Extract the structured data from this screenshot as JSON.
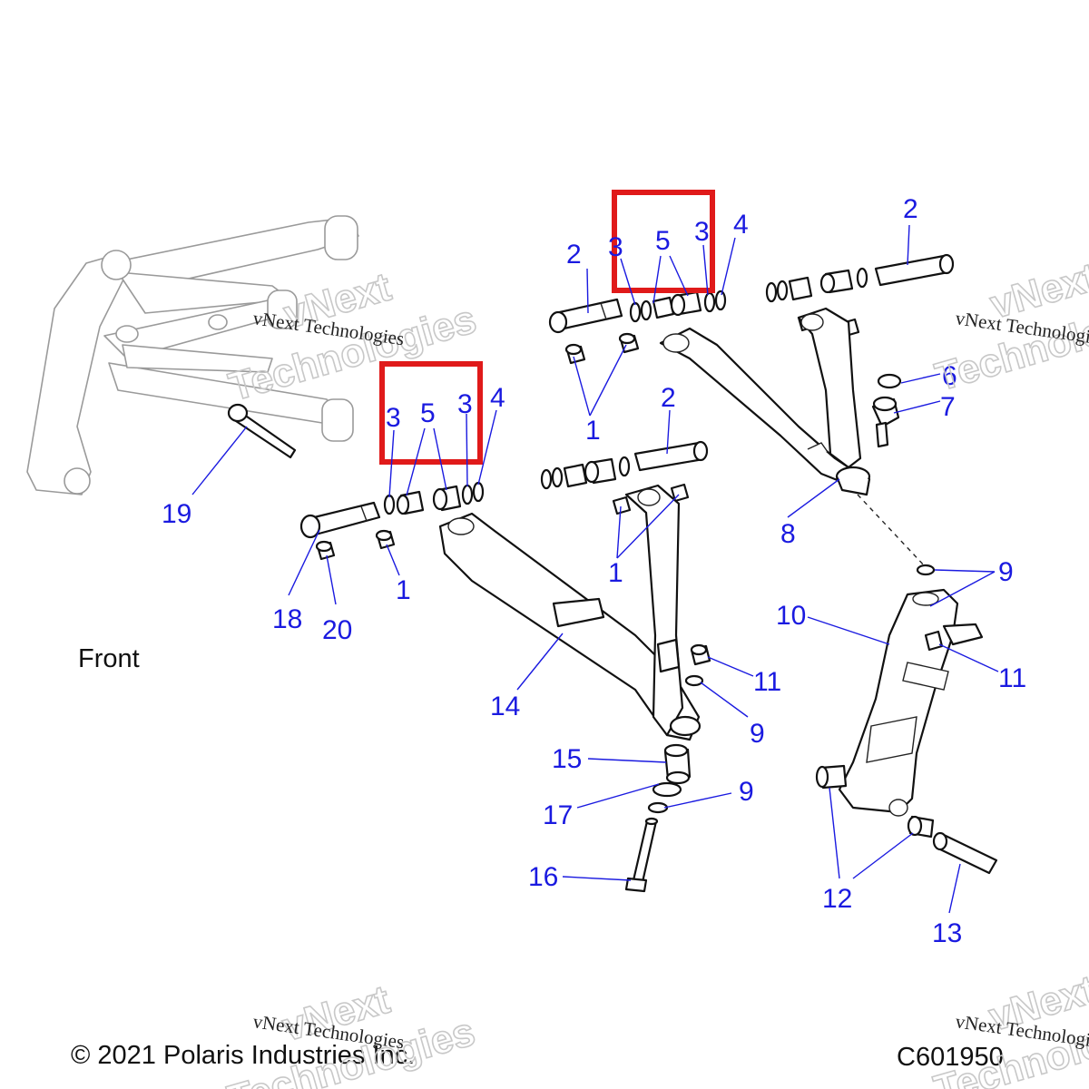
{
  "front_label": "Front",
  "copyright": "© 2021 Polaris Industries Inc.",
  "diagram_code": "C601950",
  "watermark": {
    "line1": "vNext",
    "line2": "Technologies",
    "small": "vNext Technologies"
  },
  "colors": {
    "callout": "#1a1ae0",
    "highlight": "#e01a1a",
    "line_art": "#111111",
    "ghost_art": "#9a9a9a"
  },
  "callouts": {
    "c1a": "1",
    "c1b": "1",
    "c1c": "1",
    "c2a": "2",
    "c2b": "2",
    "c2c": "2",
    "c3a": "3",
    "c3b": "3",
    "c3c": "3",
    "c3d": "3",
    "c4a": "4",
    "c4b": "4",
    "c5a": "5",
    "c5b": "5",
    "c6": "6",
    "c7": "7",
    "c8": "8",
    "c9a": "9",
    "c9b": "9",
    "c9c": "9",
    "c10": "10",
    "c11a": "11",
    "c11b": "11",
    "c12": "12",
    "c13": "13",
    "c14": "14",
    "c15": "15",
    "c16": "16",
    "c17": "17",
    "c18": "18",
    "c19": "19",
    "c20": "20"
  }
}
